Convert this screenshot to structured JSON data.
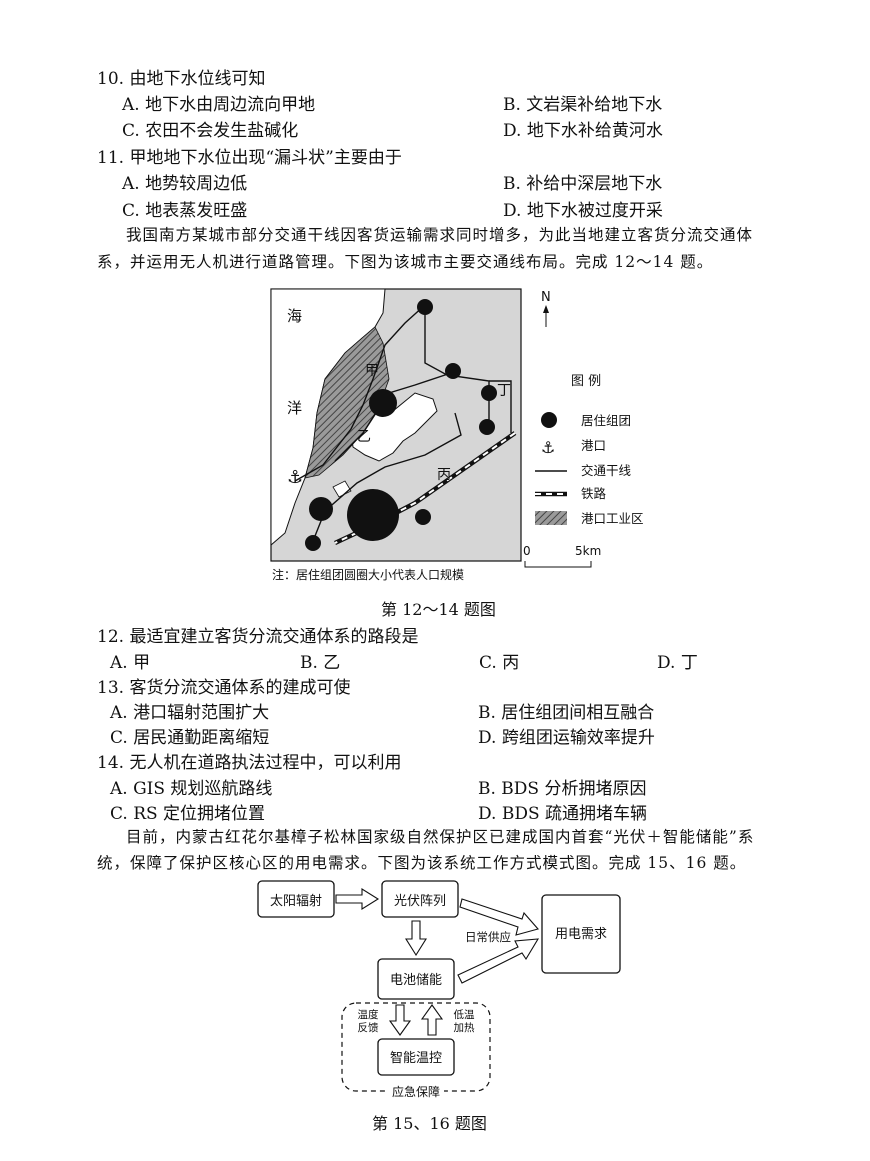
{
  "questions": {
    "q10": {
      "stem": "10. 由地下水位线可知",
      "a": "A. 地下水由周边流向甲地",
      "b": "B. 文岩渠补给地下水",
      "c": "C. 农田不会发生盐碱化",
      "d": "D. 地下水补给黄河水"
    },
    "q11": {
      "stem": "11. 甲地地下水位出现“漏斗状”主要由于",
      "a": "A. 地势较周边低",
      "b": "B. 补给中深层地下水",
      "c": "C. 地表蒸发旺盛",
      "d": "D. 地下水被过度开采"
    },
    "q12": {
      "stem": "12. 最适宜建立客货分流交通体系的路段是",
      "a": "A. 甲",
      "b": "B. 乙",
      "c": "C. 丙",
      "d": "D. 丁"
    },
    "q13": {
      "stem": "13. 客货分流交通体系的建成可使",
      "a": "A. 港口辐射范围扩大",
      "b": "B. 居住组团间相互融合",
      "c": "C. 居民通勤距离缩短",
      "d": "D. 跨组团运输效率提升"
    },
    "q14": {
      "stem": "14. 无人机在道路执法过程中，可以利用",
      "a": "A. GIS 规划巡航路线",
      "b": "B. BDS 分析拥堵原因",
      "c": "C. RS 定位拥堵位置",
      "d": "D. BDS 疏通拥堵车辆"
    }
  },
  "passages": {
    "p1_line1": "我国南方某城市部分交通干线因客货运输需求同时增多，为此当地建立客货分流交通体",
    "p1_line2": "系，并运用无人机进行道路管理。下图为该城市主要交通线布局。完成 12～14 题。",
    "p2_line1": "目前，内蒙古红花尔基樟子松林国家级自然保护区已建成国内首套“光伏＋智能储能”系",
    "p2_line2": "统，保障了保护区核心区的用电需求。下图为该系统工作方式模式图。完成 15、16 题。"
  },
  "map": {
    "label_sea1": "海",
    "label_sea2": "洋",
    "label_jia": "甲",
    "label_yi": "乙",
    "label_bing": "丙",
    "label_ding": "丁",
    "north": "N",
    "legend_title": "图 例",
    "legend_residential": "居住组团",
    "legend_port": "港口",
    "legend_road": "交通干线",
    "legend_rail": "铁路",
    "legend_industrial": "港口工业区",
    "scale_zero": "0",
    "scale_5km": "5km",
    "note": "注：居住组团圆圈大小代表人口规模",
    "caption": "第 12～14 题图",
    "colors": {
      "land": "#d6d6d6",
      "sea": "#ffffff",
      "ink": "#111111"
    }
  },
  "flow": {
    "solar": "太阳辐射",
    "pv": "光伏阵列",
    "demand": "用电需求",
    "daily": "日常供应",
    "battery": "电池储能",
    "temp_fb_1": "温度",
    "temp_fb_2": "反馈",
    "low_heat_1": "低温",
    "low_heat_2": "加热",
    "control": "智能温控",
    "emergency": "应急保障",
    "caption": "第 15、16 题图"
  }
}
